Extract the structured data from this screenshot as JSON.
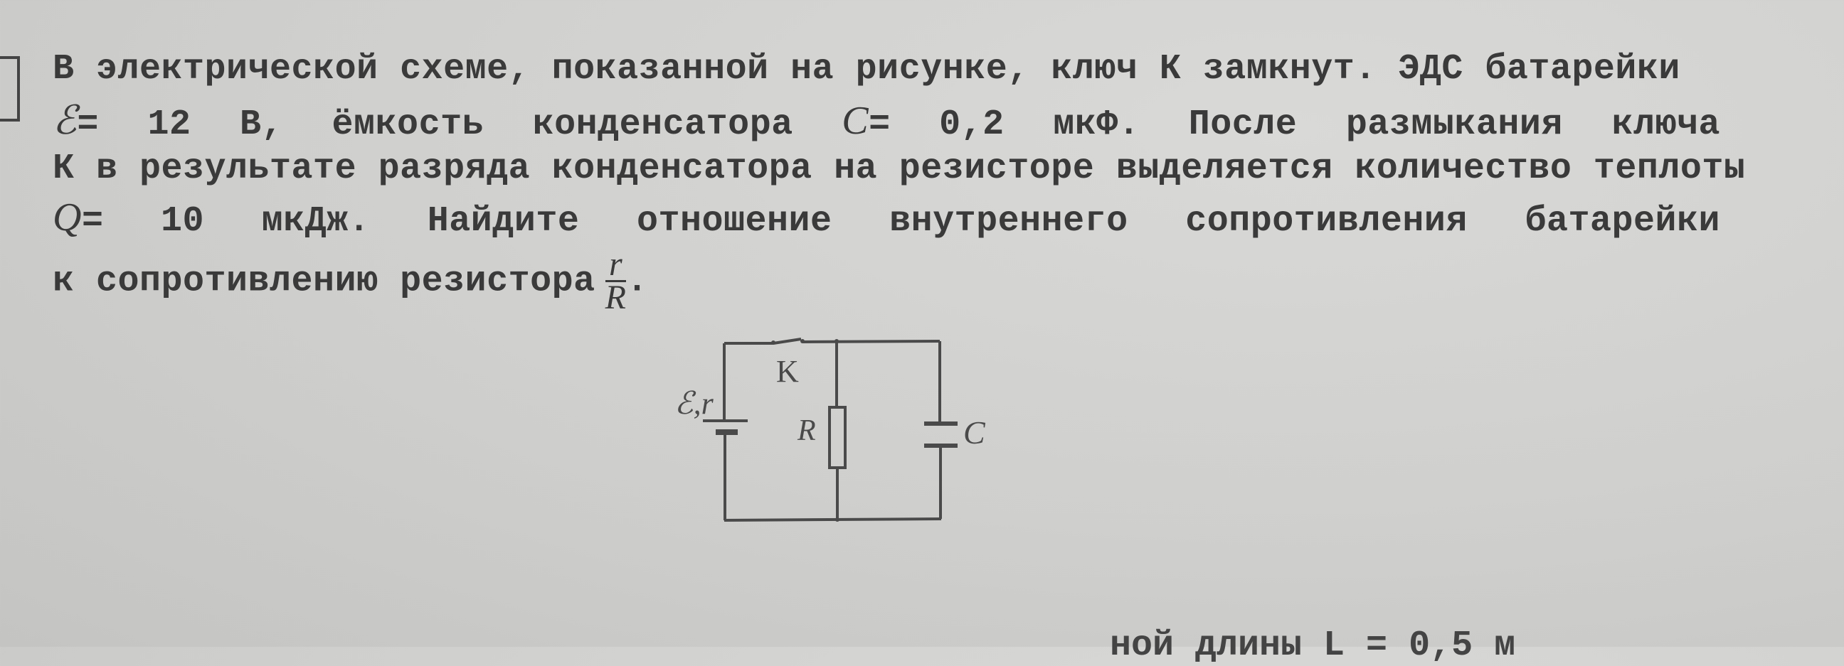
{
  "problem": {
    "line1": "В электрической схеме, показанной на рисунке, ключ К замкнут. ЭДС батарейки",
    "line2": {
      "emf_sym": "ℰ",
      "emf_val": "= 12 В,",
      "w1": "ёмкость",
      "w2": "конденсатора",
      "c_sym": "C",
      "c_val": "= 0,2 мкФ.",
      "w3": "После",
      "w4": "размыкания",
      "w5": "ключа"
    },
    "line3": "К в результате разряда конденсатора на резисторе выделяется количество теплоты",
    "line4": {
      "q_sym": "Q",
      "q_val": "= 10 мкДж.",
      "w1": "Найдите",
      "w2": "отношение",
      "w3": "внутреннего",
      "w4": "сопротивления",
      "w5": "батарейки"
    },
    "line5": "к сопротивлению резистора",
    "fraction": {
      "num": "r",
      "den": "R",
      "end": "."
    }
  },
  "circuit": {
    "battery_label": "ℰ,r",
    "switch_label": "K",
    "resistor_label": "R",
    "capacitor_label": "C"
  },
  "next_problem_fragment": "ной длины L = 0,5 м"
}
